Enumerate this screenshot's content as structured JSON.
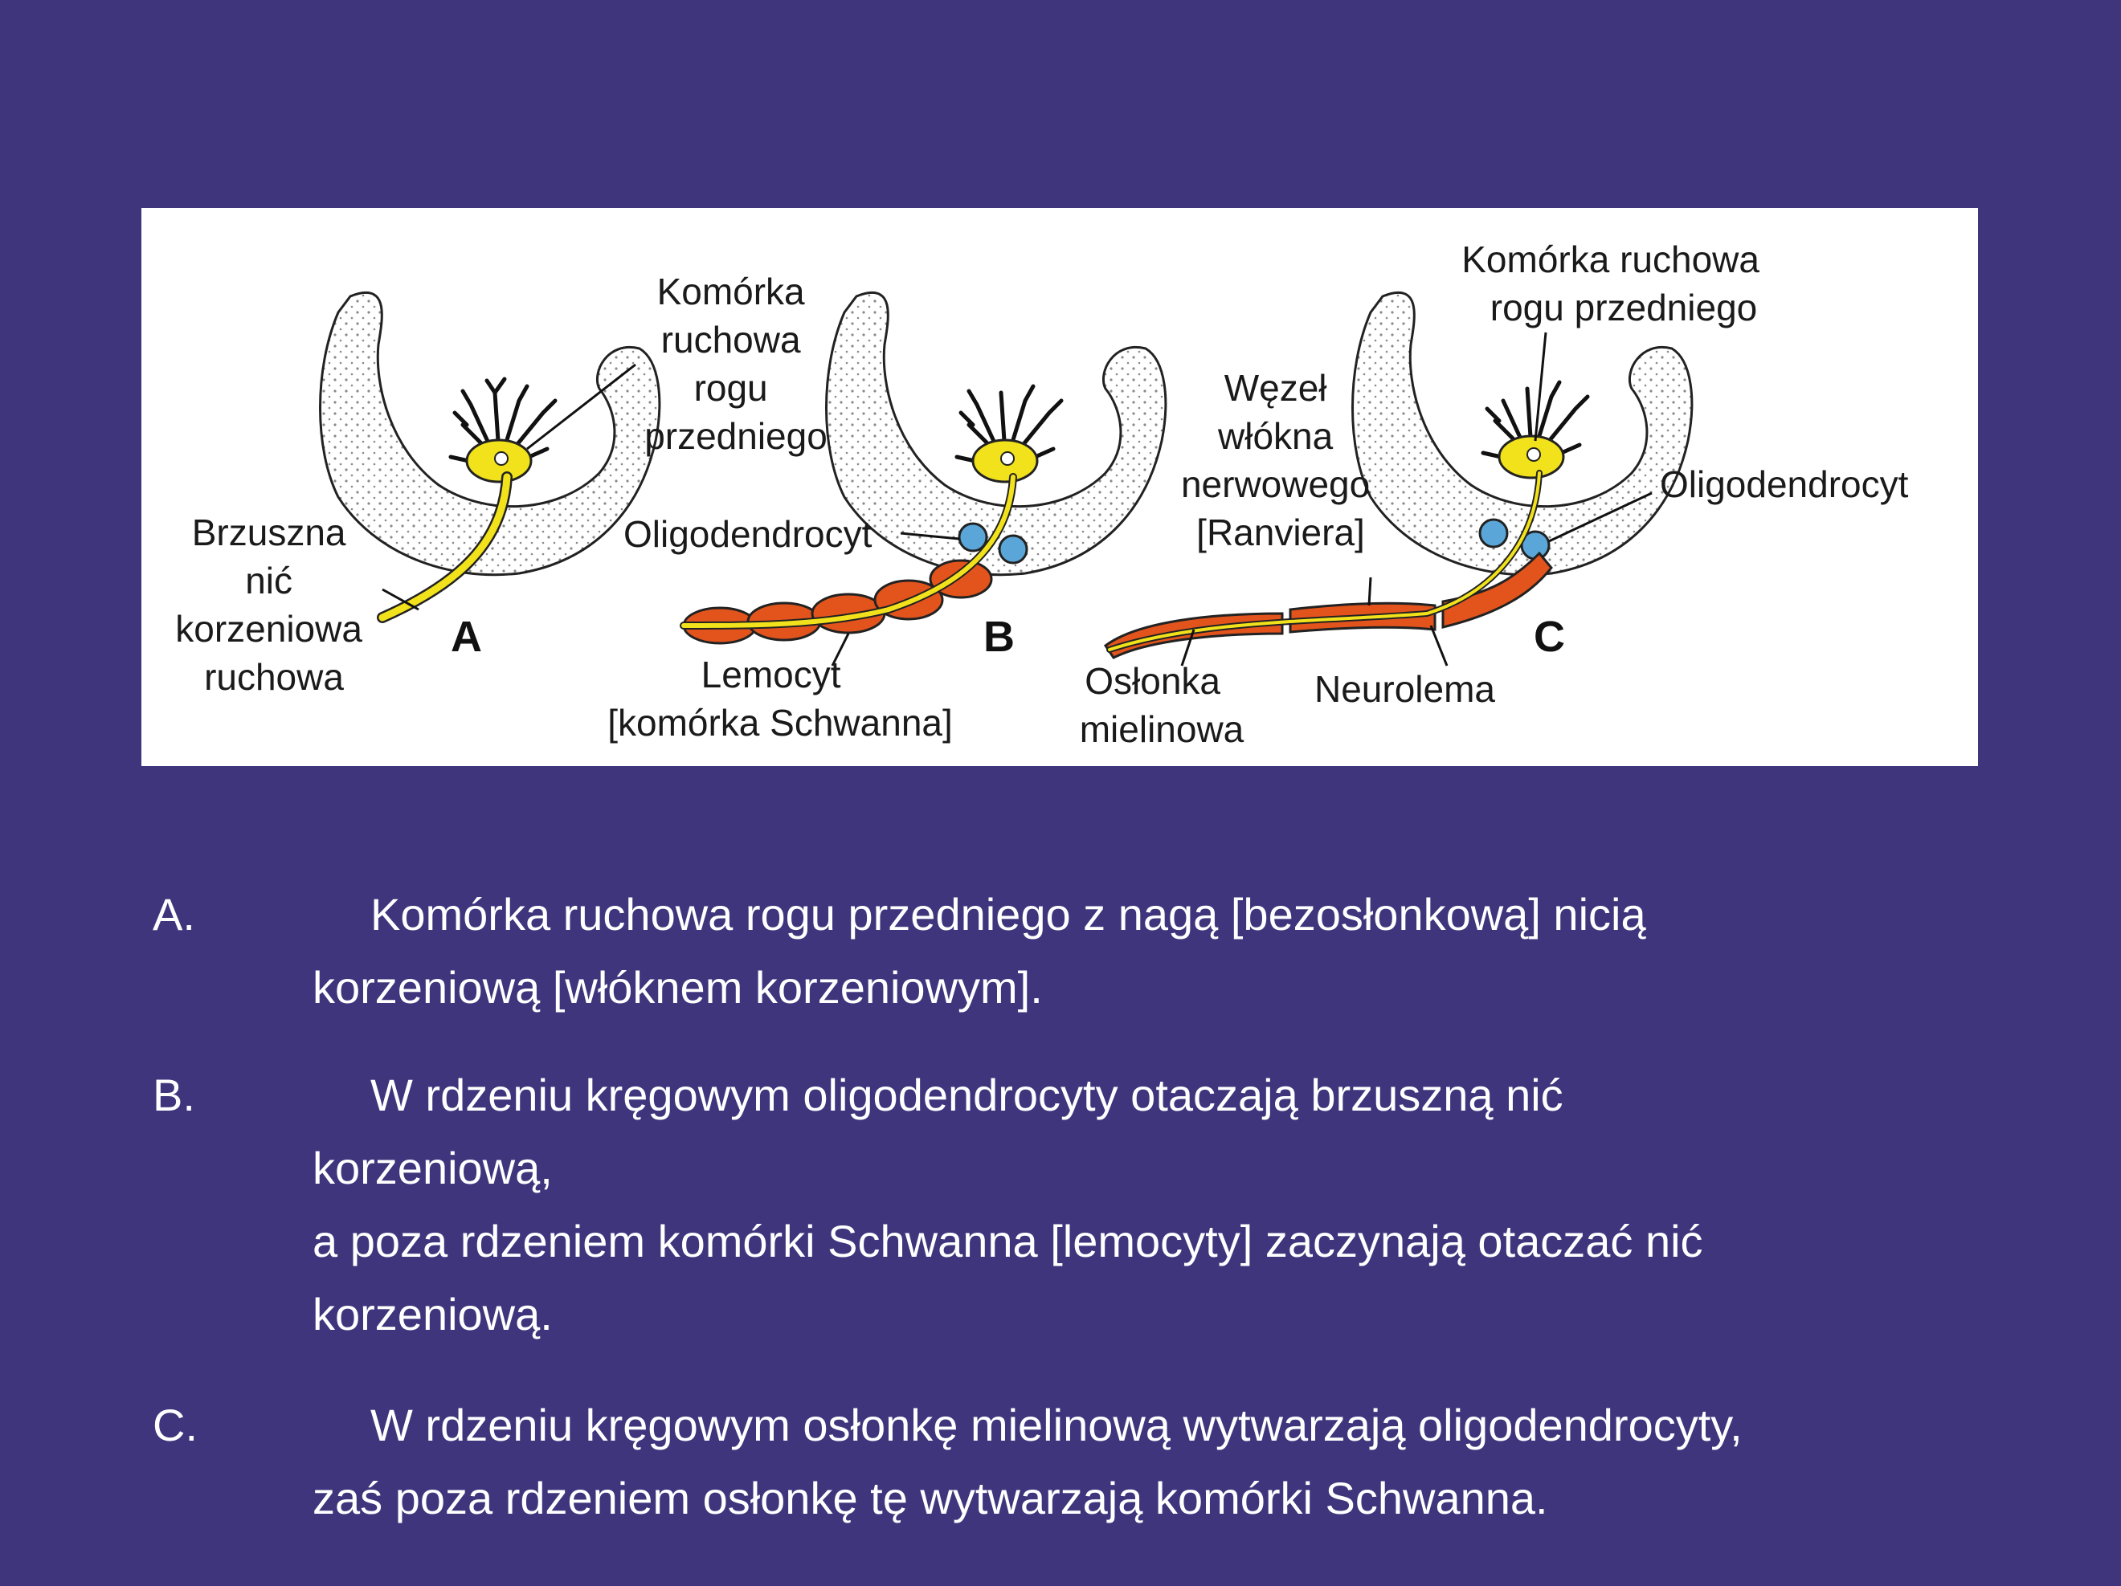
{
  "figure": {
    "panels": [
      "A",
      "B",
      "C"
    ],
    "labels": {
      "a_motor_cell": [
        "Komórka",
        "ruchowa",
        "rogu",
        "przedniego"
      ],
      "a_ventral_root": [
        "Brzuszna",
        "nić",
        "korzeniowa",
        "ruchowa"
      ],
      "b_oligodendrocyte": "Oligodendrocyt",
      "b_lemocyte": [
        "Lemocyt",
        "[komórka Schwanna]"
      ],
      "c_node": [
        "Węzeł",
        "włókna",
        "nerwowego",
        "[Ranviera]"
      ],
      "c_motor_cell": [
        "Komórka ruchowa",
        "rogu przedniego"
      ],
      "c_oligodendrocyte": "Oligodendrocyt",
      "c_myelin": [
        "Osłonka",
        "mielinowa"
      ],
      "c_neurolemma": "Neurolema"
    },
    "colors": {
      "neuron": "#f2e21c",
      "schwann": "#e2541c",
      "oligodendrocyte": "#5aa6d8",
      "grey_matter_dots": "#8a8a8a"
    }
  },
  "items": [
    {
      "letter": "A.",
      "first_line": "Komórka ruchowa rogu przedniego z nagą [bezosłonkową] nicią",
      "lines": [
        "korzeniową [włóknem korzeniowym]."
      ]
    },
    {
      "letter": "B.",
      "first_line": "W rdzeniu kręgowym oligodendrocyty otaczają brzuszną nić",
      "lines": [
        "korzeniową,",
        "a poza rdzeniem komórki Schwanna [lemocyty] zaczynają otaczać nić",
        "korzeniową."
      ]
    },
    {
      "letter": "C.",
      "first_line": "W rdzeniu kręgowym osłonkę mielinową wytwarzają oligodendrocyty,",
      "lines": [
        "zaś poza rdzeniem osłonkę tę wytwarzają komórki Schwanna."
      ]
    }
  ]
}
